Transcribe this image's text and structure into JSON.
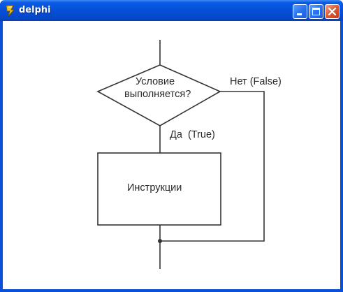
{
  "window": {
    "title": "delphi",
    "buttons": {
      "minimize": "minimize-icon",
      "maximize": "maximize-icon",
      "close": "close-icon"
    }
  },
  "flowchart": {
    "condition_line1": "Условие",
    "condition_line2": "выполняется?",
    "true_label": "Да  (True)",
    "false_label": "Нет (False)",
    "process_label": "Инструкции"
  },
  "colors": {
    "titlebar": "#0650d8",
    "close_button": "#de5a33",
    "line": "#333333"
  }
}
